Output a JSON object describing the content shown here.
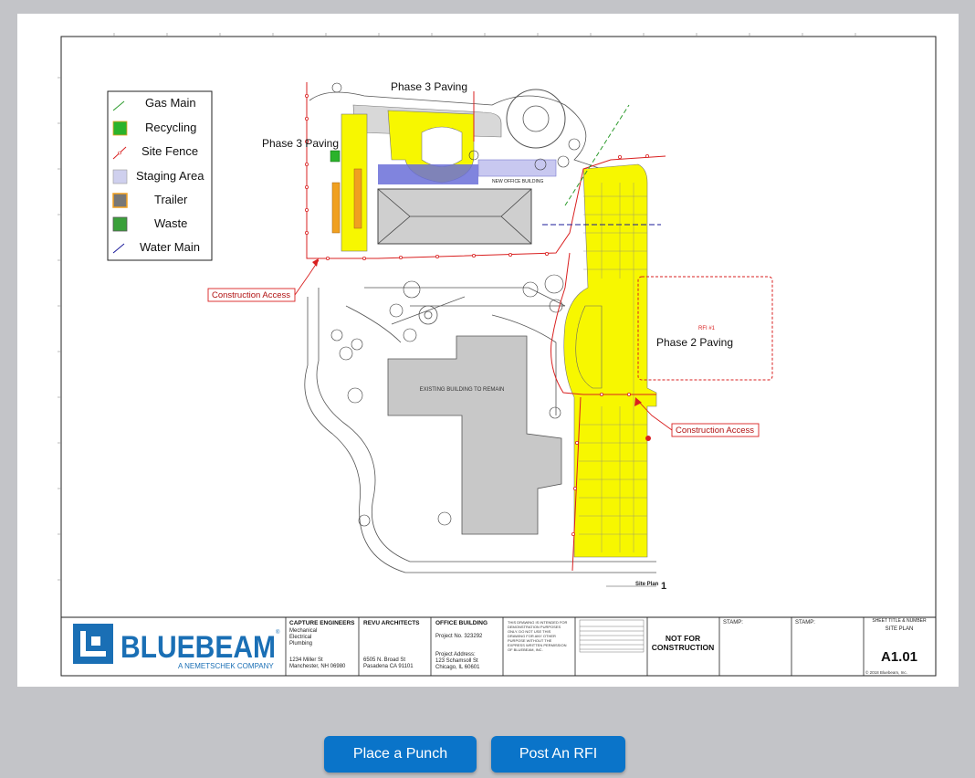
{
  "colors": {
    "button_bg": "#0a74c9",
    "brand_blue": "#1a6fb5",
    "paving_yellow": "#f7f700",
    "fence_red": "#d92020",
    "staging_blue": "#4a55c8",
    "trailer_orange": "#f0a020",
    "waste_green": "#2bb32b"
  },
  "legend": {
    "items": [
      {
        "label": "Gas Main",
        "icon": "gas-main-line-icon"
      },
      {
        "label": "Recycling",
        "icon": "recycling-box-icon"
      },
      {
        "label": "Site Fence",
        "icon": "site-fence-line-icon"
      },
      {
        "label": "Staging Area",
        "icon": "staging-area-box-icon"
      },
      {
        "label": "Trailer",
        "icon": "trailer-box-icon"
      },
      {
        "label": "Waste",
        "icon": "waste-box-icon"
      },
      {
        "label": "Water Main",
        "icon": "water-main-line-icon"
      }
    ]
  },
  "plan": {
    "phase3_paving_top": "Phase 3 Paving",
    "phase3_paving_left": "Phase 3 Paving",
    "phase2_paving": "Phase 2 Paving",
    "construction_access_left": "Construction Access",
    "construction_access_right": "Construction Access",
    "new_office_building": "NEW OFFICE BUILDING",
    "existing_building": "EXISTING BUILDING TO REMAIN",
    "rfi_tag": "RFI #1",
    "site_plan_label": "Site Plan",
    "site_plan_number": "1"
  },
  "title_block": {
    "logo_text": "BLUEBEAM",
    "logo_reg": "®",
    "logo_sub": "A NEMETSCHEK COMPANY",
    "capture": {
      "name": "CAPTURE ENGINEERS",
      "line1": "Mechanical",
      "line2": "Electrical",
      "line3": "Plumbing",
      "addr1": "1234 Miller St",
      "addr2": "Manchester, NH 06980"
    },
    "revu": {
      "name": "REVU ARCHITECTS",
      "addr1": "6505 N. Broad St",
      "addr2": "Pasadena CA 91101"
    },
    "office": {
      "name": "OFFICE BUILDING",
      "project_no": "Project No. 323292",
      "addr_label": "Project Address:",
      "addr1": "123 Schamsoll St",
      "addr2": "Chicago, IL 60601"
    },
    "disclaimer": [
      "THIS DRAWING IS INTENDED FOR",
      "DEMONSTRATION PURPOSES",
      "ONLY. DO NOT USE THIS",
      "DRAWING FOR ANY OTHER",
      "PURPOSE WITHOUT THE",
      "EXPRESS WRITTEN PERMISSION",
      "OF BLUEBEAM, INC."
    ],
    "not_for_1": "NOT FOR",
    "not_for_2": "CONSTRUCTION",
    "stamp1": "STAMP:",
    "stamp2": "STAMP:",
    "sheet_title_label": "SHEET TITLE & NUMBER",
    "sheet_title": "SITE PLAN",
    "sheet_number": "A1.01",
    "copyright": "© 2018 Bluebeam, Inc."
  },
  "buttons": {
    "punch": "Place a Punch",
    "rfi": "Post An RFI"
  }
}
